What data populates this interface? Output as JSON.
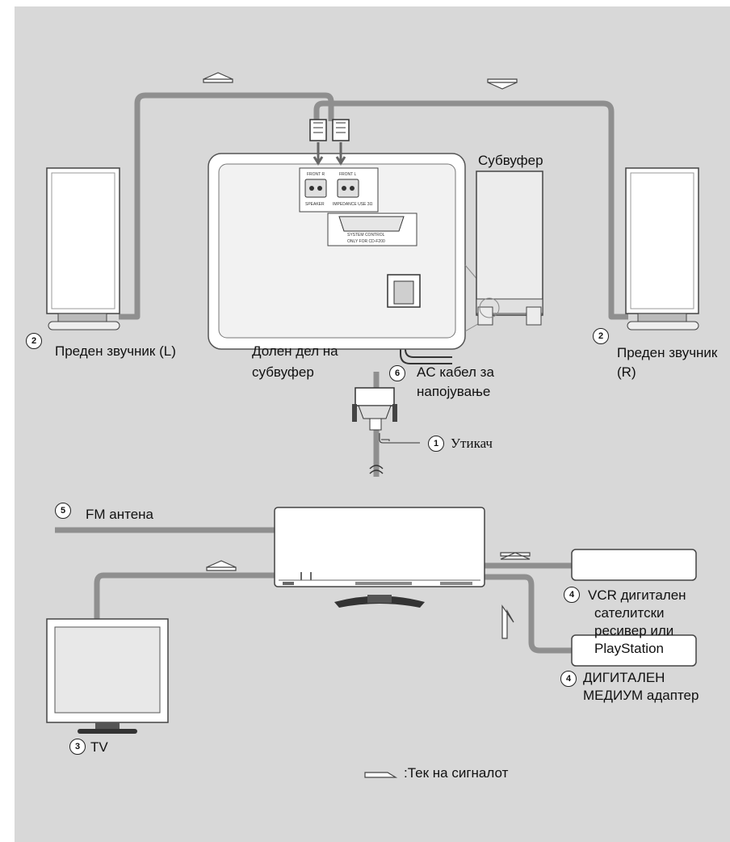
{
  "labels": {
    "subwoofer": "Субвуфер",
    "front_left": "Преден звучник (L)",
    "front_right_line1": "Преден звучник",
    "front_right_line2": "(R)",
    "bottom_line1": "Долен дел на",
    "bottom_line2": "субвуфер",
    "ac_line1": "AC кабел за",
    "ac_line2": "напојување",
    "connector": "Утикач",
    "fm": "FM антена",
    "vcr_line1": "VCR дигитален",
    "vcr_line2": "сателитски",
    "vcr_line3": "ресивер или",
    "vcr_line4": "PlayStation",
    "dm_line1": "ДИГИТАЛЕН",
    "dm_line2": "МЕДИУМ адаптер",
    "tv": "TV",
    "legend": ":Тек на сигналот"
  },
  "numbers": {
    "n1": "1",
    "n2a": "2",
    "n2b": "2",
    "n3": "3",
    "n4a": "4",
    "n4b": "4",
    "n5": "5",
    "n6": "6"
  },
  "panel": {
    "front_r": "FRONT R",
    "front_l": "FRONT L",
    "speaker": "SPEAKER",
    "impedance": "IMPEDANCE USE 3Ω",
    "system_control": "SYSTEM CONTROL",
    "only_for": "ONLY FOR CD-F200"
  },
  "colors": {
    "cable": "#8f8f8f",
    "background": "#d8d8d8"
  }
}
